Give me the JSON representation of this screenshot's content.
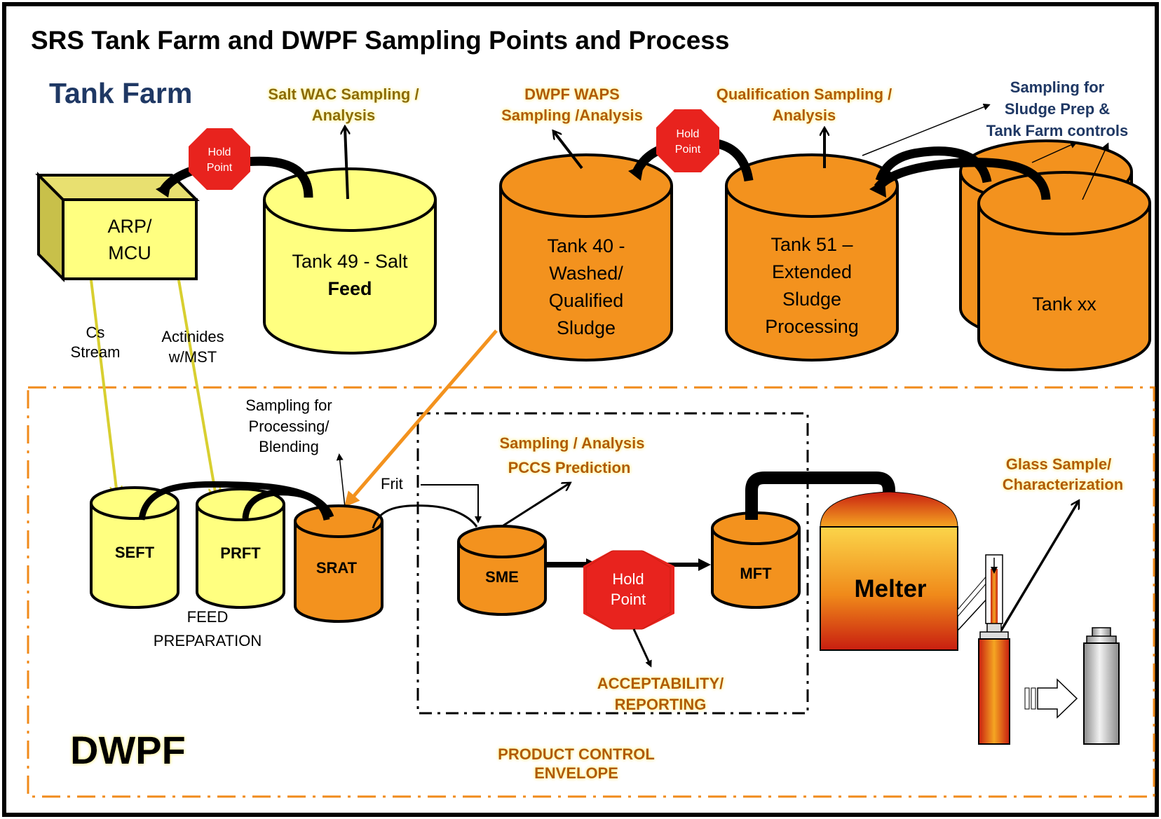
{
  "title": "SRS Tank Farm and DWPF Sampling Points and Process",
  "sections": {
    "tank_farm": "Tank Farm",
    "dwpf": "DWPF"
  },
  "colors": {
    "yellow": "#ffff80",
    "orange": "#f3921e",
    "hold_point": "#e8231e",
    "navy": "#1f3864",
    "melter_top": "#fbd54a",
    "melter_mid": "#f08a1a",
    "melter_bottom": "#c81e10"
  },
  "tanks": {
    "arp_mcu": [
      "ARP/",
      "MCU"
    ],
    "tank49": [
      "Tank 49 - Salt",
      "Feed"
    ],
    "tank40": [
      "Tank 40 -",
      "Washed/",
      "Qualified",
      "Sludge"
    ],
    "tank51": [
      "Tank 51 –",
      "Extended",
      "Sludge",
      "Processing"
    ],
    "tankxx": [
      "Tank xx"
    ],
    "seft": "SEFT",
    "prft": "PRFT",
    "srat": "SRAT",
    "sme": "SME",
    "mft": "MFT",
    "melter": "Melter"
  },
  "hold_point": [
    "Hold",
    "Point"
  ],
  "labels": {
    "salt_wac": [
      "Salt WAC Sampling /",
      "Analysis"
    ],
    "dwpf_waps": [
      "DWPF WAPS",
      "Sampling /Analysis"
    ],
    "qualification": [
      "Qualification Sampling /",
      "Analysis"
    ],
    "sludge_prep": [
      "Sampling for",
      "Sludge Prep &",
      "Tank Farm controls"
    ],
    "cs_stream": [
      "Cs",
      "Stream"
    ],
    "actinides": [
      "Actinides",
      "w/MST"
    ],
    "sampling_processing": [
      "Sampling for",
      "Processing/",
      "Blending"
    ],
    "frit": "Frit",
    "sampling_analysis_pccs": [
      "Sampling / Analysis",
      "PCCS Prediction"
    ],
    "glass_sample": [
      "Glass Sample/",
      "Characterization"
    ],
    "feed_preparation": [
      "FEED",
      "PREPARATION"
    ],
    "acceptability": [
      "ACCEPTABILITY/",
      "REPORTING"
    ],
    "product_control": [
      "PRODUCT CONTROL",
      "ENVELOPE"
    ]
  }
}
